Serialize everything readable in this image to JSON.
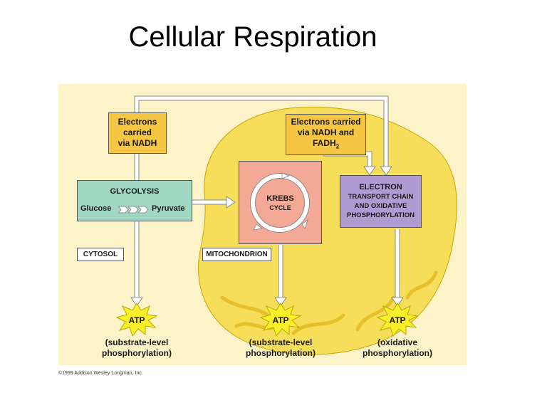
{
  "title": "Cellular Respiration",
  "boxes": {
    "electrons_nadh": [
      "Electrons",
      "carried",
      "via NADH"
    ],
    "electrons_nadh_fadh_1": "Electrons carried",
    "electrons_nadh_fadh_2": "via NADH and",
    "electrons_nadh_fadh_3": "FADH",
    "electrons_nadh_fadh_sub": "2",
    "glycolysis": "GLYCOLYSIS",
    "glucose": "Glucose",
    "pyruvate": "Pyruvate",
    "krebs_1": "KREBS",
    "krebs_2": "CYCLE",
    "etc_1": "ELECTRON",
    "etc_2": "TRANSPORT CHAIN",
    "etc_3": "AND OXIDATIVE",
    "etc_4": "PHOSPHORYLATION",
    "cytosol": "CYTOSOL",
    "mitochondrion": "MITOCHONDRION"
  },
  "atp": [
    {
      "label": "ATP",
      "caption_1": "(substrate-level",
      "caption_2": "phosphorylation)"
    },
    {
      "label": "ATP",
      "caption_1": "(substrate-level",
      "caption_2": "phosphorylation)"
    },
    {
      "label": "ATP",
      "caption_1": "(oxidative",
      "caption_2": "phosphorylation)"
    }
  ],
  "credit": "©1999 Addison Wesley Longman, Inc.",
  "colors": {
    "panel": "#fdf3c9",
    "mitochondrion": "#f7de5a",
    "electron_box": "#f5c544",
    "glycolysis_box": "#9fd7c3",
    "krebs_box": "#f4a996",
    "etc_box": "#b09ad2",
    "atp_burst": "#f8ef2a",
    "arrow": "#ffffff"
  }
}
